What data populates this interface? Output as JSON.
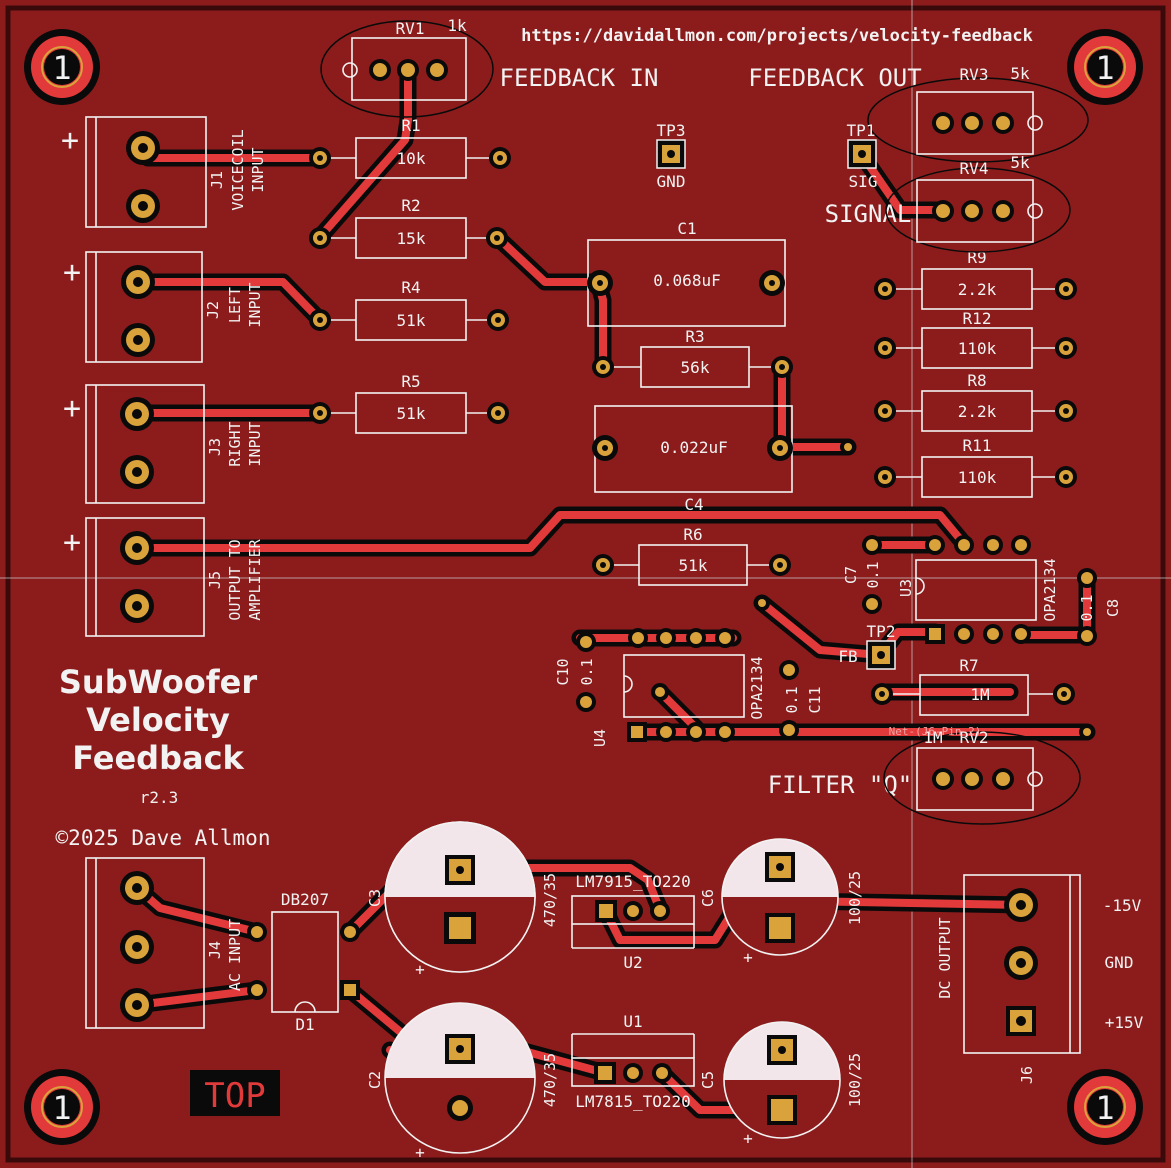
{
  "board": {
    "url": "https://davidallmon.com/projects/velocity-feedback",
    "title_lines": [
      "SubWoofer",
      "Velocity",
      "Feedback"
    ],
    "revision": "r2.3",
    "copyright": "©2025 Dave Allmon",
    "layer_badge": "TOP",
    "mount_hole_label": "1",
    "colors": {
      "board": "#8c1c1c",
      "copper": "#e23a3a",
      "pad": "#d9a23b",
      "silk": "#f2f2f2",
      "border": "#3a0a0a"
    }
  },
  "headings": {
    "feedback_in": "FEEDBACK IN",
    "feedback_out": "FEEDBACK OUT",
    "signal": "SIGNAL",
    "filter_q": "FILTER \"Q\""
  },
  "connectors": [
    {
      "ref": "J1",
      "lines": [
        "VOICECOIL",
        "INPUT"
      ],
      "plus": "+"
    },
    {
      "ref": "J2",
      "lines": [
        "LEFT",
        "INPUT"
      ],
      "plus": "+"
    },
    {
      "ref": "J3",
      "lines": [
        "RIGHT",
        "INPUT"
      ],
      "plus": "+"
    },
    {
      "ref": "J5",
      "lines": [
        "OUTPUT TO",
        "AMPLIFIER"
      ],
      "plus": "+"
    },
    {
      "ref": "J4",
      "lines": [
        "AC INPUT"
      ]
    },
    {
      "ref": "J6",
      "lines": [
        "DC OUTPUT"
      ]
    }
  ],
  "dc_output_labels": [
    "-15V",
    "GND",
    "+15V"
  ],
  "resistors": [
    {
      "ref": "R1",
      "value": "10k"
    },
    {
      "ref": "R2",
      "value": "15k"
    },
    {
      "ref": "R4",
      "value": "51k"
    },
    {
      "ref": "R5",
      "value": "51k"
    },
    {
      "ref": "R3",
      "value": "56k"
    },
    {
      "ref": "R6",
      "value": "51k"
    },
    {
      "ref": "R9",
      "value": "2.2k"
    },
    {
      "ref": "R12",
      "value": "110k"
    },
    {
      "ref": "R8",
      "value": "2.2k"
    },
    {
      "ref": "R11",
      "value": "110k"
    },
    {
      "ref": "R7",
      "value": "1M"
    }
  ],
  "capacitors": [
    {
      "ref": "C1",
      "value": "0.068uF"
    },
    {
      "ref": "C4",
      "value": "0.022uF"
    },
    {
      "ref": "C7",
      "value": "0.1"
    },
    {
      "ref": "C8",
      "value": "0.1"
    },
    {
      "ref": "C10",
      "value": "0.1"
    },
    {
      "ref": "C11",
      "value": "0.1"
    },
    {
      "ref": "C3",
      "value": "470/35"
    },
    {
      "ref": "C2",
      "value": "470/35"
    },
    {
      "ref": "C6",
      "value": "100/25"
    },
    {
      "ref": "C5",
      "value": "100/25"
    }
  ],
  "pots": [
    {
      "ref": "RV1",
      "value": "1k"
    },
    {
      "ref": "RV3",
      "value": "5k"
    },
    {
      "ref": "RV4",
      "value": "5k"
    },
    {
      "ref": "RV2",
      "value": "1M"
    }
  ],
  "ics": [
    {
      "ref": "U3",
      "part": "OPA2134"
    },
    {
      "ref": "U4",
      "part": "OPA2134"
    },
    {
      "ref": "U2",
      "part": "LM7915_TO220"
    },
    {
      "ref": "U1",
      "part": "LM7815_TO220"
    },
    {
      "ref": "D1",
      "part": "DB207"
    }
  ],
  "test_points": [
    {
      "ref": "TP3",
      "label": "GND"
    },
    {
      "ref": "TP1",
      "label": "SIG"
    },
    {
      "ref": "TP2",
      "label": "FB"
    }
  ],
  "net_label": "Net-(J6-Pin_2)"
}
